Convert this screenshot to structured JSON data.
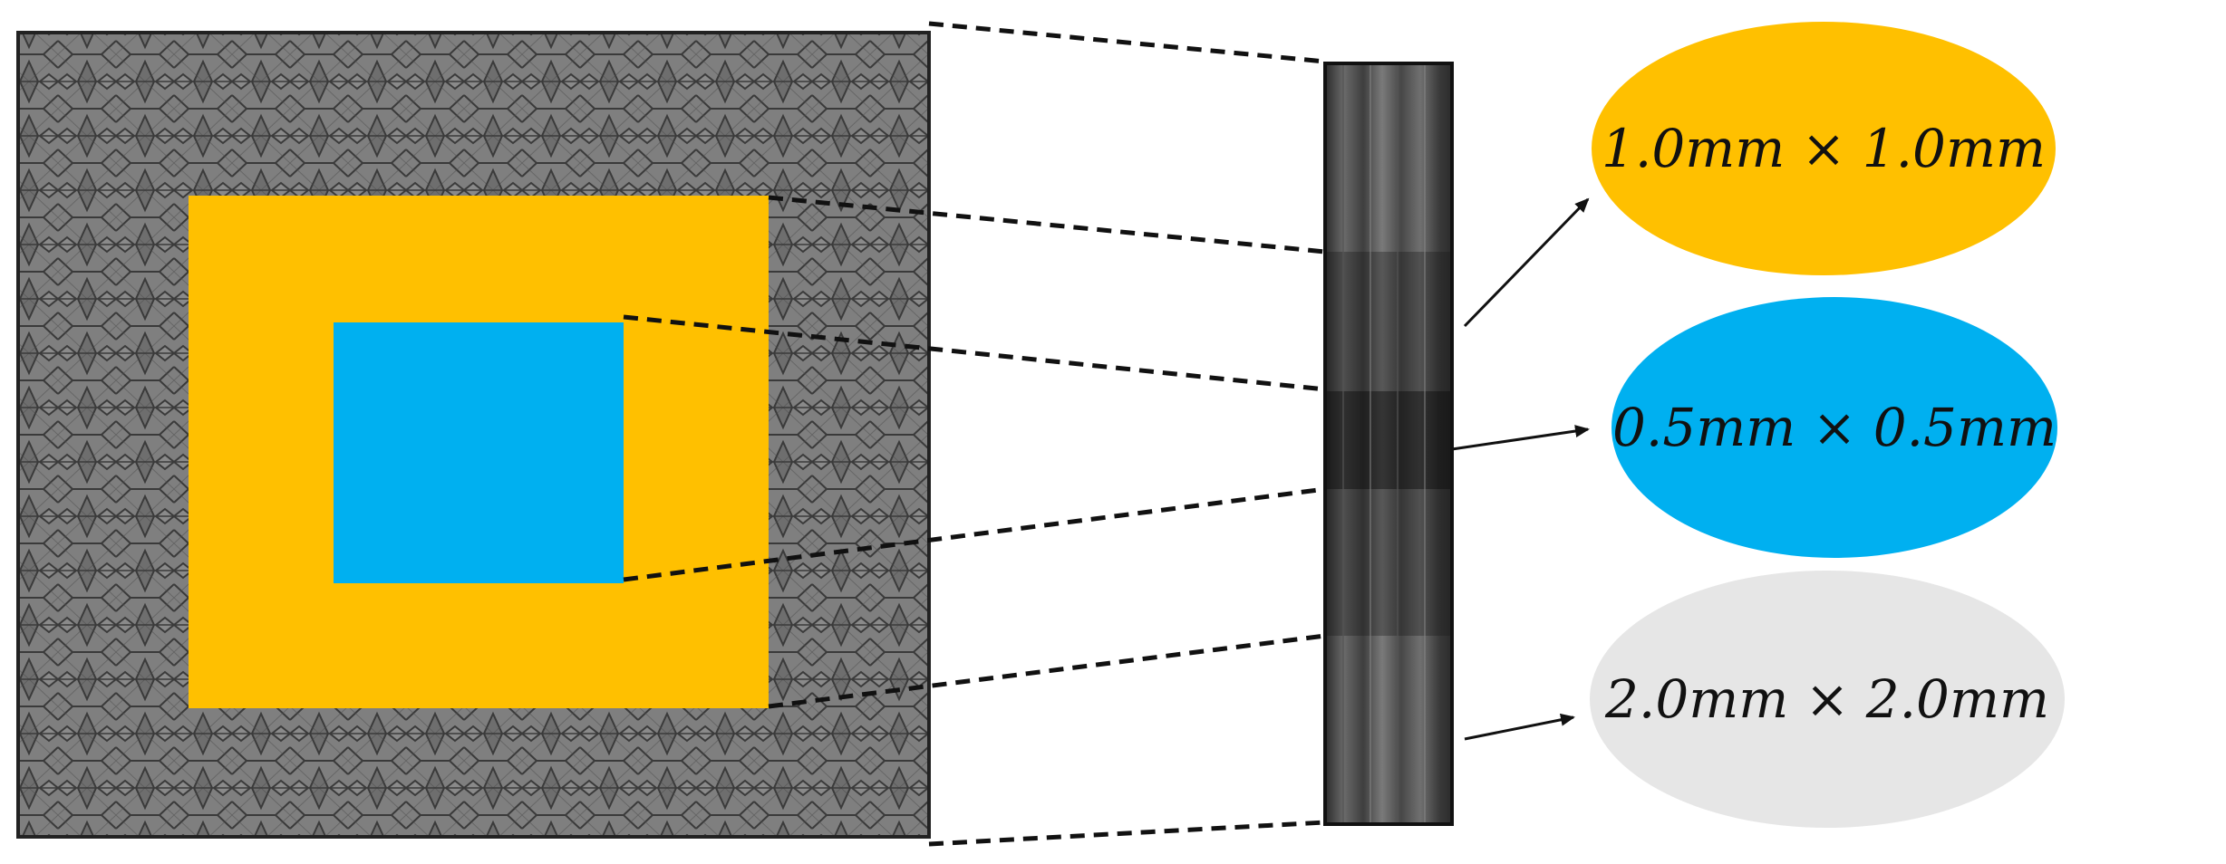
{
  "zones": [
    {
      "id": "medium",
      "label": "1.0mm × 1.0mm",
      "color": "#FFC000"
    },
    {
      "id": "fine",
      "label": "0.5mm × 0.5mm",
      "color": "#00B0F0"
    },
    {
      "id": "coarse",
      "label": "2.0mm × 2.0mm",
      "color": "#E6E6E6"
    }
  ],
  "colors": {
    "lattice_bg": "#7f7f7f",
    "lattice_line": "#3a3a3a",
    "outline": "#222222"
  }
}
